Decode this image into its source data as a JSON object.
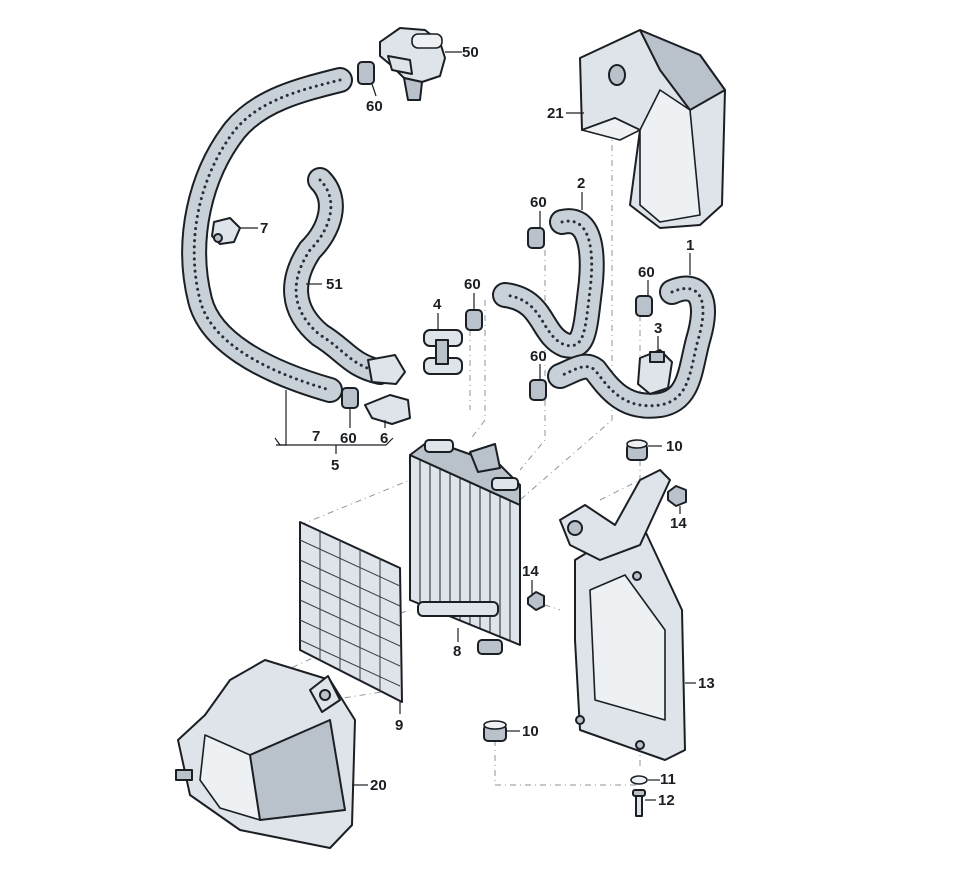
{
  "callouts": {
    "c50": "50",
    "c60_top": "60",
    "c21": "21",
    "c2": "2",
    "c60_a": "60",
    "c7_clip": "7",
    "c1": "1",
    "c60_b": "60",
    "c51": "51",
    "c4": "4",
    "c60_c": "60",
    "c3": "3",
    "c60_d": "60",
    "c7_group": "7",
    "c60_group": "60",
    "c6": "6",
    "c5": "5",
    "c10_top": "10",
    "c14_right": "14",
    "c14_left": "14",
    "c8": "8",
    "c13": "13",
    "c9": "9",
    "c10_bottom": "10",
    "c20": "20",
    "c11": "11",
    "c12": "12"
  }
}
